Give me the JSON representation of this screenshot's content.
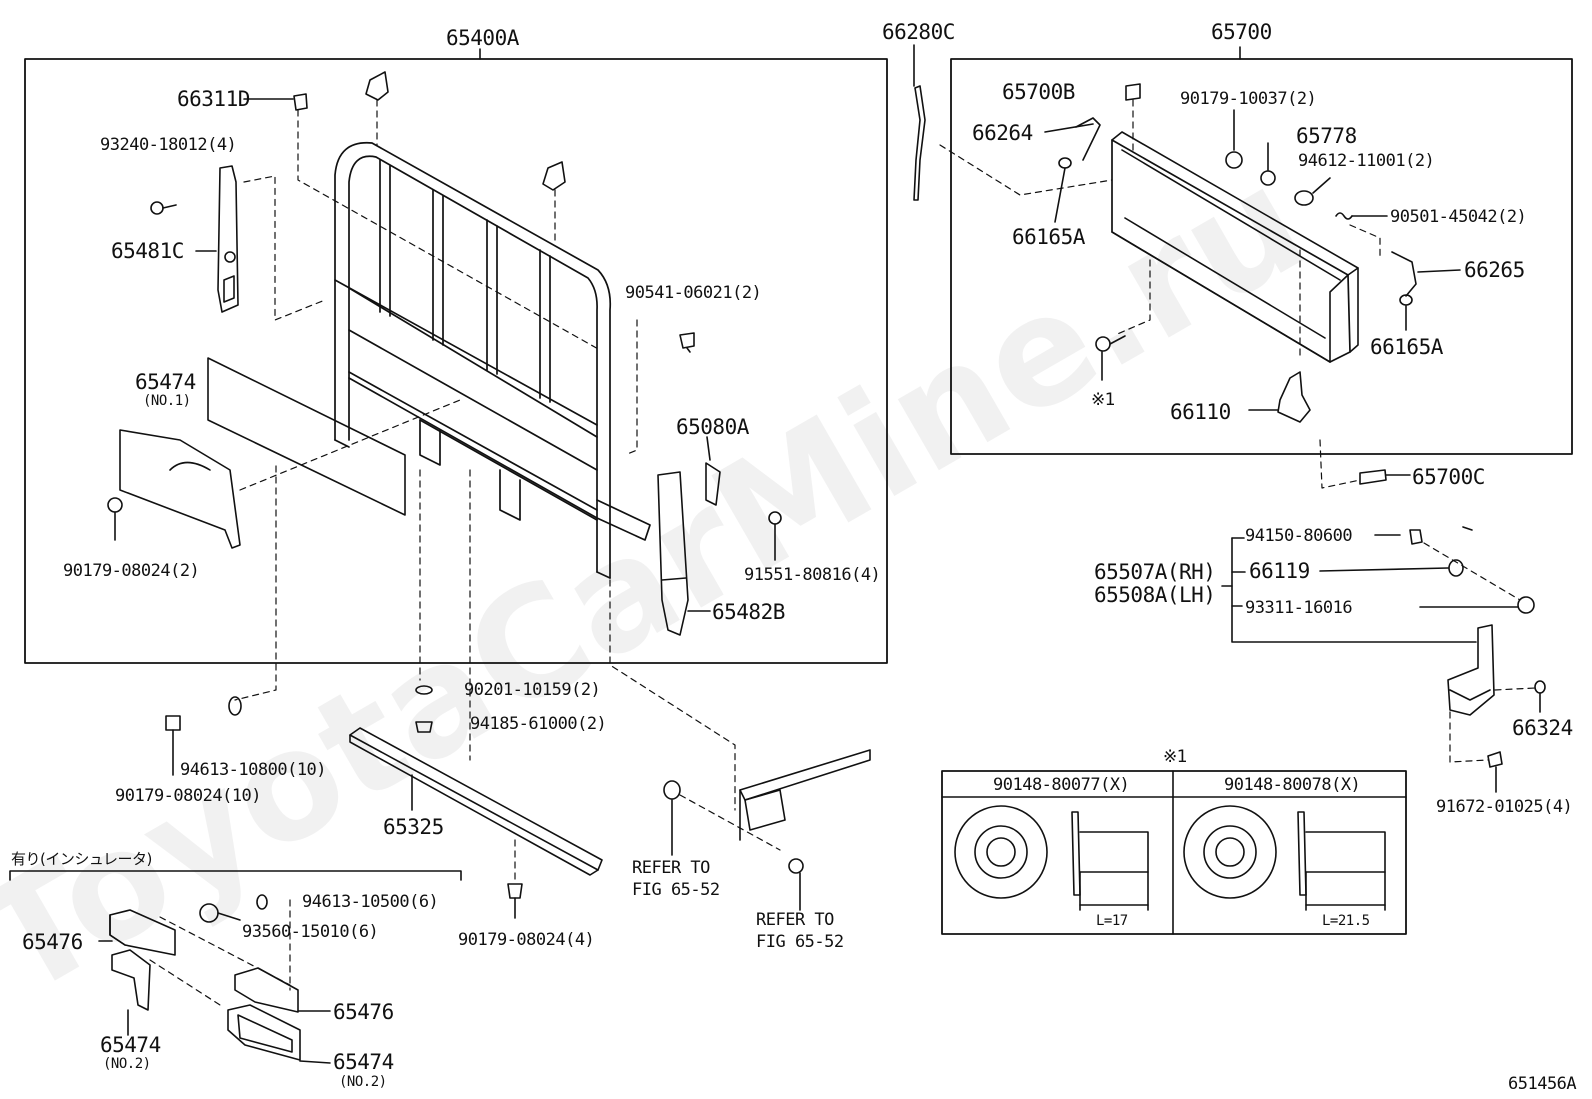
{
  "watermark": "ToyotaCarMine.ru",
  "figure_code": "651456A",
  "note_mark": "※1",
  "insulator_caption": "有り(インシュレータ)",
  "labels": [
    {
      "id": "65400A",
      "text": "65400A",
      "size": "big"
    },
    {
      "id": "66311D",
      "text": "66311D",
      "size": "big"
    },
    {
      "id": "93240-18012",
      "text": "93240-18012(4)",
      "size": "norm"
    },
    {
      "id": "65481C",
      "text": "65481C",
      "size": "big"
    },
    {
      "id": "90541-06021",
      "text": "90541-06021(2)",
      "size": "norm"
    },
    {
      "id": "65474-no1",
      "text": "65474",
      "size": "big"
    },
    {
      "id": "no1",
      "text": "(NO.1)",
      "size": "sub"
    },
    {
      "id": "65080A",
      "text": "65080A",
      "size": "big"
    },
    {
      "id": "90179-08024-2",
      "text": "90179-08024(2)",
      "size": "norm"
    },
    {
      "id": "91551-80816",
      "text": "91551-80816(4)",
      "size": "norm"
    },
    {
      "id": "65482B",
      "text": "65482B",
      "size": "big"
    },
    {
      "id": "90201-10159",
      "text": "90201-10159(2)",
      "size": "norm"
    },
    {
      "id": "94185-61000",
      "text": "94185-61000(2)",
      "size": "norm"
    },
    {
      "id": "94613-10800",
      "text": "94613-10800(10)",
      "size": "norm"
    },
    {
      "id": "90179-08024-10",
      "text": "90179-08024(10)",
      "size": "norm"
    },
    {
      "id": "65325",
      "text": "65325",
      "size": "big"
    },
    {
      "id": "refer1a",
      "text": "REFER TO",
      "size": "norm"
    },
    {
      "id": "refer1b",
      "text": "FIG 65-52",
      "size": "norm"
    },
    {
      "id": "refer2a",
      "text": "REFER TO",
      "size": "norm"
    },
    {
      "id": "refer2b",
      "text": "FIG 65-52",
      "size": "norm"
    },
    {
      "id": "94613-10500",
      "text": "94613-10500(6)",
      "size": "norm"
    },
    {
      "id": "93560-15010",
      "text": "93560-15010(6)",
      "size": "norm"
    },
    {
      "id": "90179-08024-4",
      "text": "90179-08024(4)",
      "size": "norm"
    },
    {
      "id": "65476-a",
      "text": "65476",
      "size": "big"
    },
    {
      "id": "65476-b",
      "text": "65476",
      "size": "big"
    },
    {
      "id": "65474-no2a",
      "text": "65474",
      "size": "big"
    },
    {
      "id": "no2a",
      "text": "(NO.2)",
      "size": "sub"
    },
    {
      "id": "65474-no2b",
      "text": "65474",
      "size": "big"
    },
    {
      "id": "no2b",
      "text": "(NO.2)",
      "size": "sub"
    },
    {
      "id": "66280C",
      "text": "66280C",
      "size": "big"
    },
    {
      "id": "65700",
      "text": "65700",
      "size": "big"
    },
    {
      "id": "65700B",
      "text": "65700B",
      "size": "big"
    },
    {
      "id": "90179-10037",
      "text": "90179-10037(2)",
      "size": "norm"
    },
    {
      "id": "66264",
      "text": "66264",
      "size": "big"
    },
    {
      "id": "65778",
      "text": "65778",
      "size": "big"
    },
    {
      "id": "94612-11001",
      "text": "94612-11001(2)",
      "size": "norm"
    },
    {
      "id": "90501-45042",
      "text": "90501-45042(2)",
      "size": "norm"
    },
    {
      "id": "66165A-a",
      "text": "66165A",
      "size": "big"
    },
    {
      "id": "66265",
      "text": "66265",
      "size": "big"
    },
    {
      "id": "66165A-b",
      "text": "66165A",
      "size": "big"
    },
    {
      "id": "mark1",
      "text": "※1",
      "size": "norm"
    },
    {
      "id": "66110",
      "text": "66110",
      "size": "big"
    },
    {
      "id": "65700C",
      "text": "65700C",
      "size": "big"
    },
    {
      "id": "94150-80600",
      "text": "94150-80600",
      "size": "norm"
    },
    {
      "id": "65507A",
      "text": "65507A(RH)",
      "size": "big"
    },
    {
      "id": "66119",
      "text": "66119",
      "size": "big"
    },
    {
      "id": "65508A",
      "text": "65508A(LH)",
      "size": "big"
    },
    {
      "id": "93311-16016",
      "text": "93311-16016",
      "size": "norm"
    },
    {
      "id": "66324",
      "text": "66324",
      "size": "big"
    },
    {
      "id": "91672-01025",
      "text": "91672-01025(4)",
      "size": "norm"
    },
    {
      "id": "90148-80077",
      "text": "90148-80077(X)",
      "size": "norm"
    },
    {
      "id": "90148-80078",
      "text": "90148-80078(X)",
      "size": "norm"
    },
    {
      "id": "L17",
      "text": "L=17",
      "size": "small"
    },
    {
      "id": "L21",
      "text": "L=21.5",
      "size": "small"
    }
  ]
}
